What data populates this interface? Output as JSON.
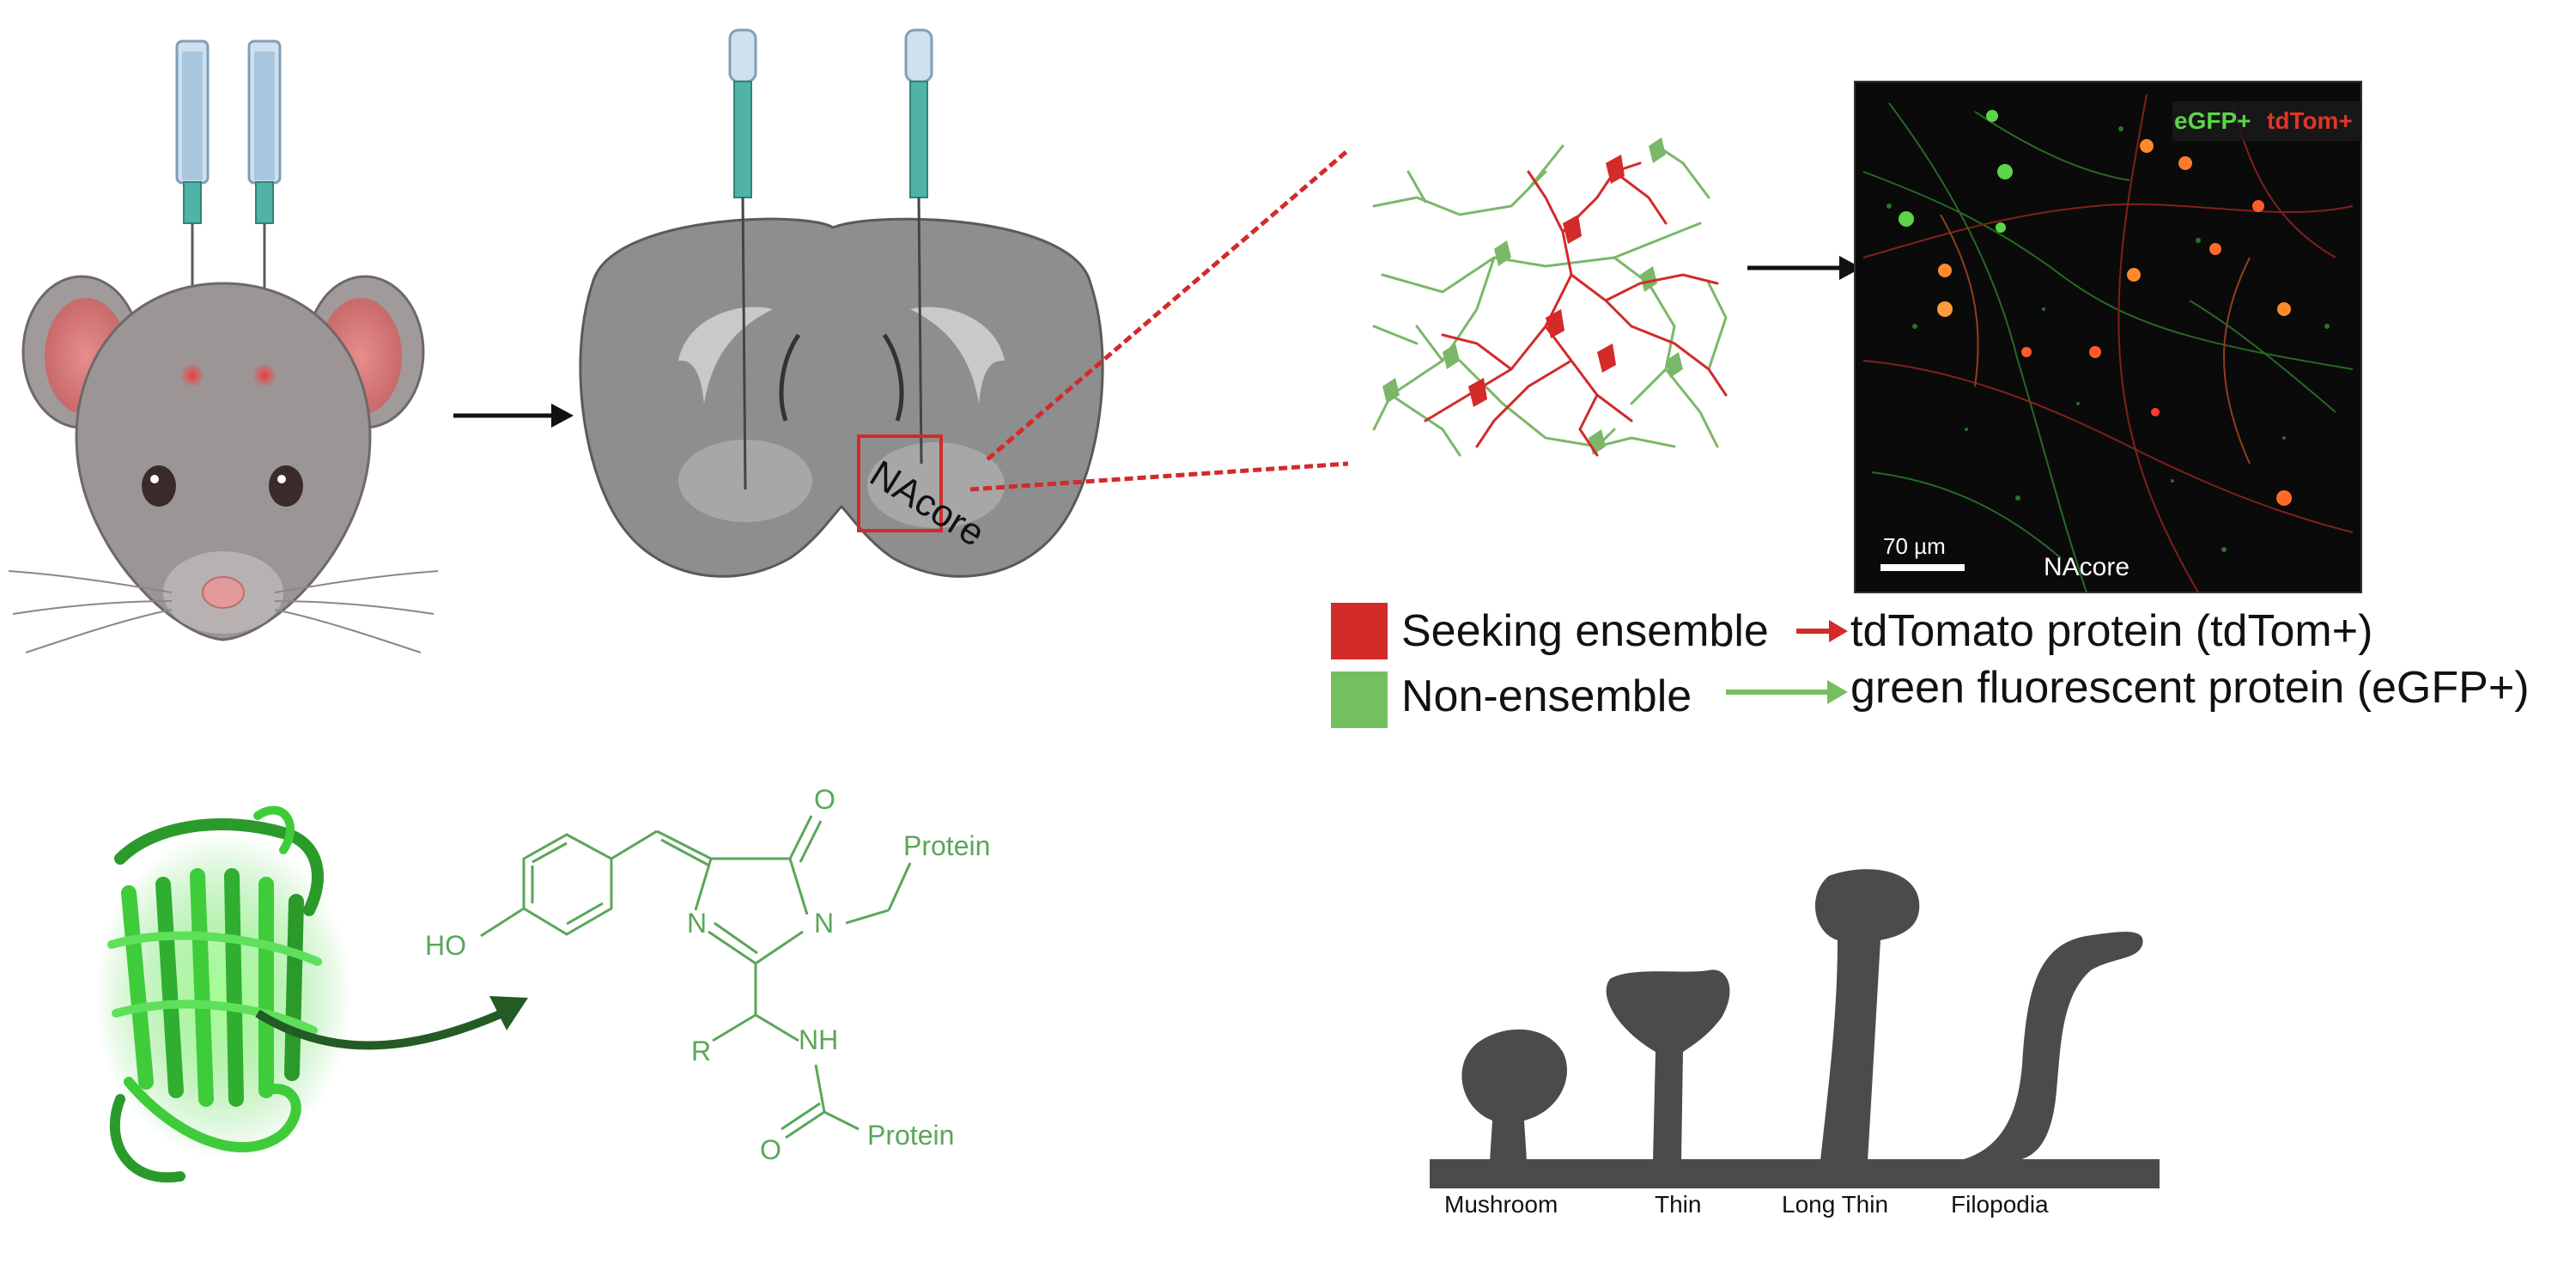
{
  "brain": {
    "region_label": "NAcore"
  },
  "micrograph": {
    "legend_egfp": "eGFP+",
    "legend_tdtom": "tdTom+",
    "scale_label": "70 µm",
    "region_label": "NAcore"
  },
  "legend": {
    "rows": [
      {
        "swatch_color": "#d32a2a",
        "label": "Seeking ensemble",
        "arrow_color": "#d32a2a",
        "target": "tdTomato protein (tdTom+)"
      },
      {
        "swatch_color": "#74bf5f",
        "label": "Non-ensemble",
        "arrow_color": "#74bf5f",
        "target": "green fluorescent protein (eGFP+)"
      }
    ]
  },
  "chromophore": {
    "atom_o_top": "O",
    "atom_n_ring": "N",
    "atom_n_right": "N",
    "atom_ho": "HO",
    "atom_r": "R",
    "atom_nh": "NH",
    "atom_o_bottom": "O",
    "protein_top": "Protein",
    "protein_bottom": "Protein",
    "color": "#5aa65a"
  },
  "spines": {
    "types": [
      "Mushroom",
      "Thin",
      "Long Thin",
      "Filopodia"
    ],
    "color": "#4b4b4b"
  },
  "colors": {
    "egfp_green": "#5dd44a",
    "tdtom_red": "#e0342a",
    "brain_gray": "#8a8a8a",
    "mouse_gray": "#9a9595"
  }
}
